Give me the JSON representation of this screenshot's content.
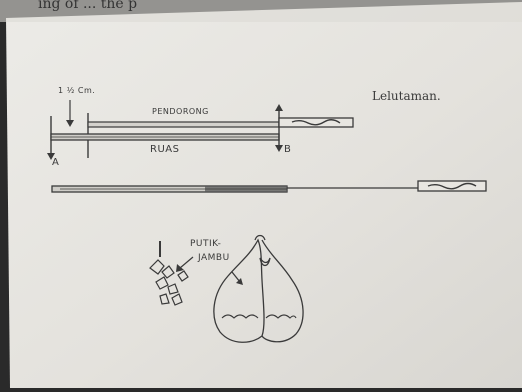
{
  "header_text": "ing of ... the p",
  "caption": "Lelutaman.",
  "labels": {
    "measure": "1 ½ Cm.",
    "pendorong": "PENDORONG",
    "ruas": "RUAS",
    "point_a": "A",
    "point_b": "B",
    "putik": "PUTIK-",
    "jambu": "JAMBU"
  },
  "colors": {
    "paper": "#e6e4df",
    "ink": "#3a3a3a",
    "background": "#2a2a2a"
  }
}
